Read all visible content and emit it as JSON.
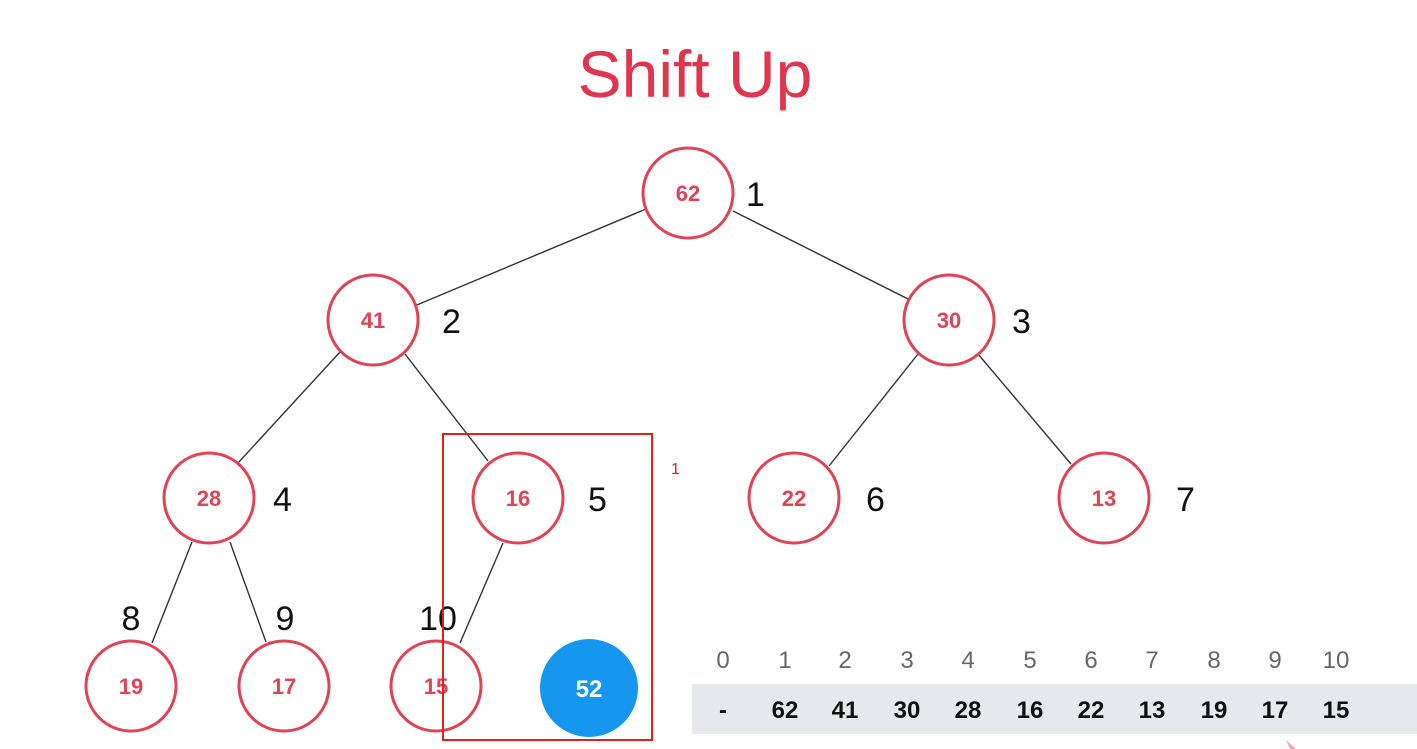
{
  "title": "Shift Up",
  "marker": "1",
  "nodes": [
    {
      "index": "1",
      "value": "62"
    },
    {
      "index": "2",
      "value": "41"
    },
    {
      "index": "3",
      "value": "30"
    },
    {
      "index": "4",
      "value": "28"
    },
    {
      "index": "5",
      "value": "16"
    },
    {
      "index": "6",
      "value": "22"
    },
    {
      "index": "7",
      "value": "13"
    },
    {
      "index": "8",
      "value": "19"
    },
    {
      "index": "9",
      "value": "17"
    },
    {
      "index": "10",
      "value": "15"
    }
  ],
  "new_node": {
    "value": "52"
  },
  "array": {
    "indices": [
      "0",
      "1",
      "2",
      "3",
      "4",
      "5",
      "6",
      "7",
      "8",
      "9",
      "10"
    ],
    "values": [
      "-",
      "62",
      "41",
      "30",
      "28",
      "16",
      "22",
      "13",
      "19",
      "17",
      "15"
    ]
  },
  "colors": {
    "title": "#e0344f",
    "node_stroke": "#e04356",
    "new_node_fill": "#1597ef",
    "highlight": "#e02020",
    "array_bg": "#e6e8eb"
  }
}
